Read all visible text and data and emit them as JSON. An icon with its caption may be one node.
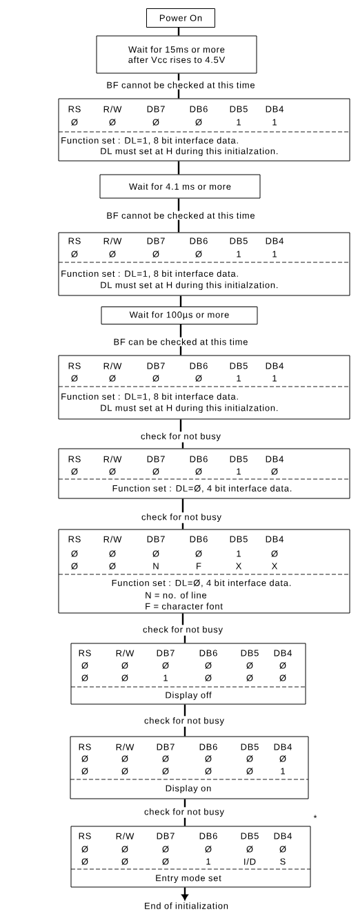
{
  "diagram": {
    "nodes": [
      {
        "text": [
          "Power On"
        ]
      },
      {
        "text": [
          "Wait for 15ms or more after Vcc rises to 4.5V"
        ]
      },
      {
        "text": [
          "BF cannot be checked at this time"
        ]
      },
      {
        "text": [
          "RS",
          "R/W",
          "DB7",
          "DB6",
          "DB5",
          "DB4",
          "Ø",
          "Ø",
          "Ø",
          "Ø",
          "1",
          "1",
          "Function set : DL=1, 8 bit interface data.",
          "DL must set at H during this initialzation."
        ]
      },
      {
        "text": [
          "Wait for 4.1 ms or more"
        ]
      },
      {
        "text": [
          "BF cannot be checked at this time"
        ]
      },
      {
        "text": [
          "RS",
          "R/W",
          "DB7",
          "DB6",
          "DB5",
          "DB4",
          "Ø",
          "Ø",
          "Ø",
          "Ø",
          "1",
          "1",
          "Function set : DL=1, 8 bit interface data.",
          "DL must set at H during this initialzation."
        ]
      },
      {
        "text": [
          "Wait for 100µs or more"
        ]
      },
      {
        "text": [
          "BF can be checked at this time"
        ]
      },
      {
        "text": [
          "RS",
          "R/W",
          "DB7",
          "DB6",
          "DB5",
          "DB4",
          "Ø",
          "Ø",
          "Ø",
          "Ø",
          "1",
          "1",
          "Function set : DL=1, 8 bit interface data.",
          "DL must set at H during this initialzation."
        ]
      },
      {
        "text": [
          "check for not busy"
        ]
      },
      {
        "text": [
          "RS",
          "R/W",
          "DB7",
          "DB6",
          "DB5",
          "DB4",
          "Ø",
          "Ø",
          "Ø",
          "Ø",
          "1",
          "Ø",
          "Function set : DL=Ø, 4 bit interface data."
        ]
      },
      {
        "text": [
          "check for not busy"
        ]
      },
      {
        "text": [
          "RS",
          "R/W",
          "DB7",
          "DB6",
          "DB5",
          "DB4",
          "Ø",
          "Ø",
          "Ø",
          "Ø",
          "1",
          "Ø",
          "Ø",
          "Ø",
          "N",
          "F",
          "X",
          "X",
          "Function set : DL=Ø, 4 bit interface data.",
          "N = no. of line",
          "F = character font"
        ]
      },
      {
        "text": [
          "check for not busy"
        ]
      },
      {
        "text": [
          "RS",
          "R/W",
          "DB7",
          "DB6",
          "DB5",
          "DB4",
          "Ø",
          "Ø",
          "Ø",
          "Ø",
          "Ø",
          "Ø",
          "Ø",
          "Ø",
          "1",
          "Ø",
          "Ø",
          "Ø",
          "Display off"
        ]
      },
      {
        "text": [
          "check for not busy"
        ]
      },
      {
        "text": [
          "RS",
          "R/W",
          "DB7",
          "DB6",
          "DB5",
          "DB4",
          "Ø",
          "Ø",
          "Ø",
          "Ø",
          "Ø",
          "Ø",
          "Ø",
          "Ø",
          "Ø",
          "Ø",
          "Ø",
          "1",
          "Display on"
        ]
      },
      {
        "text": [
          "check for not busy"
        ]
      },
      {
        "text": [
          "RS",
          "R/W",
          "DB7",
          "DB6",
          "DB5",
          "DB4",
          "Ø",
          "Ø",
          "Ø",
          "Ø",
          "Ø",
          "Ø",
          "Ø",
          "Ø",
          "Ø",
          "1",
          "I/D",
          "S",
          "Entry mode set"
        ]
      },
      {
        "text": [
          "End of initialization"
        ]
      }
    ],
    "edges": [
      {
        "from": 0,
        "to": 1,
        "arrow": "none"
      },
      {
        "from": 1,
        "to": 2,
        "arrow": "none"
      },
      {
        "from": 2,
        "to": 3,
        "arrow": "none"
      },
      {
        "from": 3,
        "to": 4,
        "arrow": "none"
      },
      {
        "from": 4,
        "to": 5,
        "arrow": "none"
      },
      {
        "from": 5,
        "to": 6,
        "arrow": "none"
      },
      {
        "from": 6,
        "to": 7,
        "arrow": "none"
      },
      {
        "from": 7,
        "to": 8,
        "arrow": "none"
      },
      {
        "from": 8,
        "to": 9,
        "arrow": "none"
      },
      {
        "from": 9,
        "to": 10,
        "arrow": "none"
      },
      {
        "from": 10,
        "to": 11,
        "arrow": "none"
      },
      {
        "from": 11,
        "to": 12,
        "arrow": "none"
      },
      {
        "from": 12,
        "to": 13,
        "arrow": "none"
      },
      {
        "from": 13,
        "to": 14,
        "arrow": "none"
      },
      {
        "from": 14,
        "to": 15,
        "arrow": "none"
      },
      {
        "from": 15,
        "to": 16,
        "arrow": "none"
      },
      {
        "from": 16,
        "to": 17,
        "arrow": "none"
      },
      {
        "from": 17,
        "to": 18,
        "arrow": "none"
      },
      {
        "from": 18,
        "to": 19,
        "arrow": "none"
      },
      {
        "from": 19,
        "to": 20,
        "arrow": "to"
      }
    ],
    "labels": [
      "*"
    ]
  }
}
